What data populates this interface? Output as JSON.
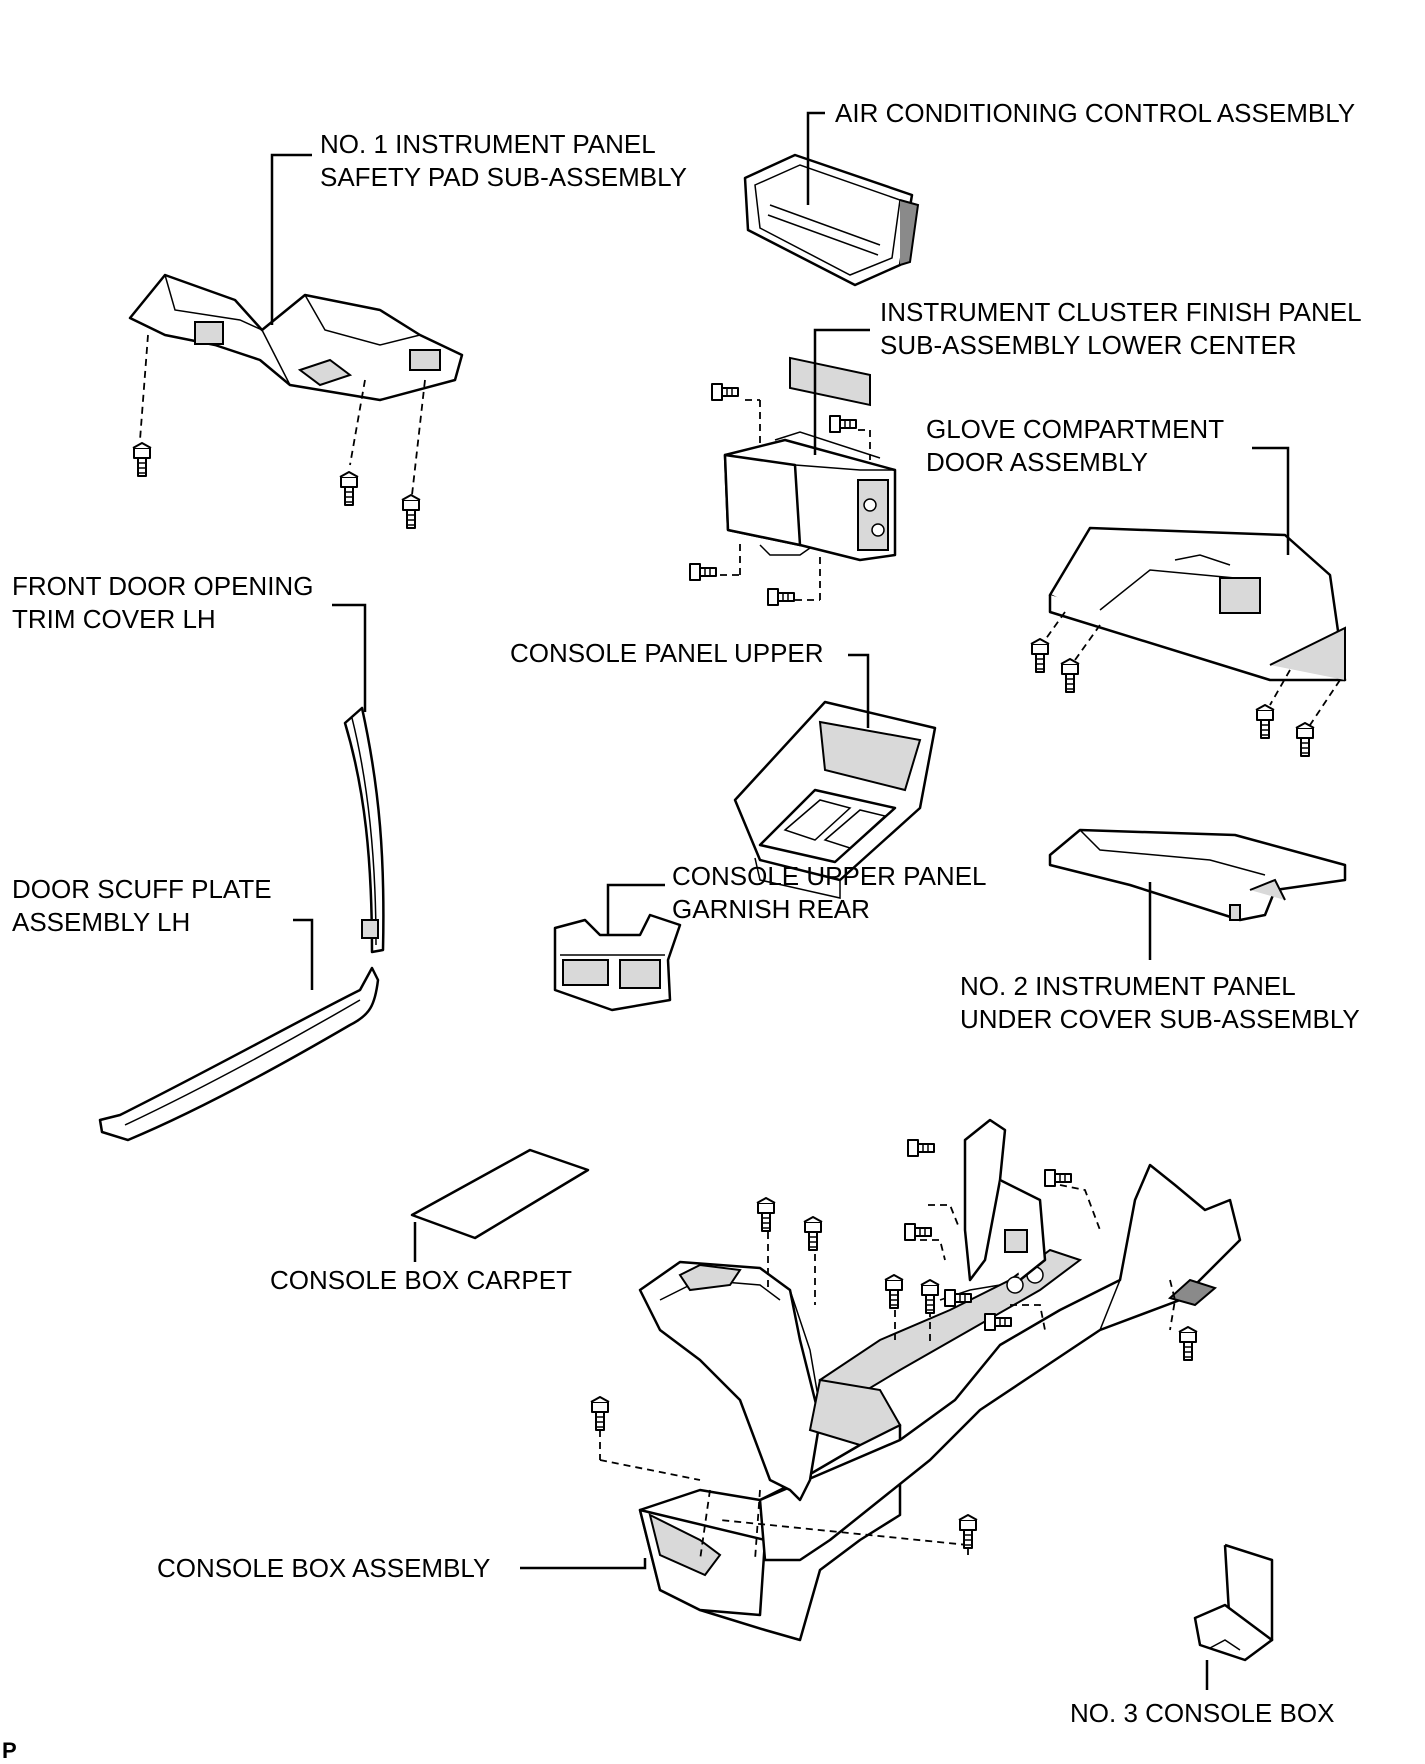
{
  "labels": {
    "ac_control": "AIR CONDITIONING CONTROL ASSEMBLY",
    "safety_pad_1": "NO. 1 INSTRUMENT PANEL",
    "safety_pad_2": "SAFETY PAD SUB-ASSEMBLY",
    "cluster_finish_1": "INSTRUMENT CLUSTER FINISH PANEL",
    "cluster_finish_2": "SUB-ASSEMBLY LOWER CENTER",
    "glove_1": "GLOVE COMPARTMENT",
    "glove_2": "DOOR ASSEMBLY",
    "front_door_1": "FRONT DOOR OPENING",
    "front_door_2": "TRIM COVER LH",
    "console_panel_upper": "CONSOLE PANEL UPPER",
    "garnish_1": "CONSOLE UPPER PANEL",
    "garnish_2": "GARNISH REAR",
    "scuff_1": "DOOR SCUFF PLATE",
    "scuff_2": "ASSEMBLY LH",
    "under_cover_1": "NO. 2 INSTRUMENT PANEL",
    "under_cover_2": "UNDER COVER SUB-ASSEMBLY",
    "carpet": "CONSOLE BOX CARPET",
    "console_box": "CONSOLE BOX ASSEMBLY",
    "console_box_3": "NO. 3 CONSOLE BOX"
  },
  "page_ref": "P"
}
